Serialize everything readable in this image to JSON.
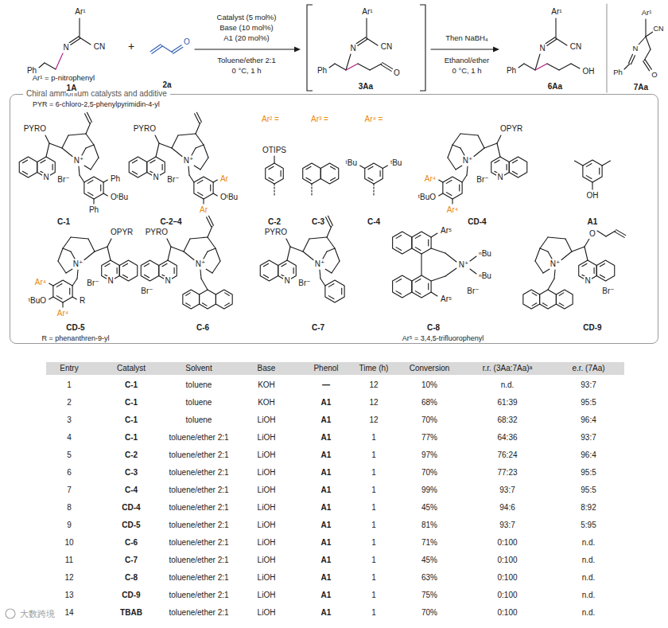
{
  "diagram": {
    "nodes": [
      {
        "text": [
          "Chiral ammonium catalysts and additive"
        ]
      },
      {
        "text": [
          "Entry",
          "Catalyst",
          "Solvent",
          "Base",
          "Phenol",
          "Time (h)",
          "Conversion",
          "r.r. (3Aa:7Aa)ᵃ",
          "e.r. (7Aa)"
        ]
      }
    ],
    "labels": [
      "Ph",
      "N",
      "Ar¹",
      "CN",
      "Ar¹ = p-nitrophenyl",
      "1A",
      "+",
      "O",
      "2a",
      "Catalyst (5 mol%)",
      "Base (10 mol%)",
      "A1 (20 mol%)",
      "Toluene/ether 2:1",
      "0 °C, 1 h",
      "Ph",
      "N",
      "Ar¹",
      "CN",
      "O",
      "3Aa",
      "Then NaBH₄",
      "Ethanol/ether",
      "0 °C, 1 h",
      "Ph",
      "N",
      "Ar¹",
      "CN",
      "OH",
      "6Aa",
      "Ph",
      "N",
      "Ar¹",
      "CN",
      "O",
      "7Aa",
      "PYR = 6-chloro-2,5-phenylpyrimidin-4-yl",
      "PYRO",
      "N",
      "N⁺",
      "Br⁻",
      "Ph",
      "OᵗBu",
      "Ph",
      "C-1",
      "PYRO",
      "N",
      "N⁺",
      "Br⁻",
      "Ar",
      "OᵗBu",
      "Ar",
      "C-2–4",
      "Ar² =",
      "OTIPS",
      "C-2",
      "Ar³ =",
      "C-3",
      "Ar⁴ =",
      "ᵗBu",
      "ᵗBu",
      "C-4",
      "OPYR",
      "N",
      "N⁺",
      "Br⁻",
      "Ar⁴",
      "ᵗBuO",
      "Ar⁴",
      "CD-4",
      "OH",
      "A1",
      "OPYR",
      "N",
      "N⁺",
      "Br⁻",
      "Ar⁴",
      "ᵗBuO",
      "R",
      "Ar⁴",
      "CD-5",
      "R = phenanthren-9-yl",
      "PYRO",
      "N",
      "N⁺",
      "Br⁻",
      "C-6",
      "PYRO",
      "N",
      "N⁺",
      "Br⁻",
      "C-7",
      "Ar⁵",
      "N⁺",
      "ⁿBu",
      "ⁿBu",
      "Br⁻",
      "Ar⁵",
      "C-8",
      "Ar⁵ = 3,4,5-trifluorophenyl",
      "O",
      "N",
      "N⁺",
      "Br⁻",
      "CD-9",
      "1",
      "C-1",
      "toluene",
      "KOH",
      "—",
      "12",
      "10%",
      "n.d.",
      "93:7",
      "2",
      "C-1",
      "toluene",
      "KOH",
      "A1",
      "12",
      "68%",
      "61:39",
      "95:5",
      "3",
      "C-1",
      "toluene",
      "LiOH",
      "A1",
      "12",
      "70%",
      "68:32",
      "96:4",
      "4",
      "C-1",
      "toluene/ether 2:1",
      "LiOH",
      "A1",
      "1",
      "77%",
      "64:36",
      "93:7",
      "5",
      "C-2",
      "toluene/ether 2:1",
      "LiOH",
      "A1",
      "1",
      "97%",
      "76:24",
      "96:4",
      "6",
      "C-3",
      "toluene/ether 2:1",
      "LiOH",
      "A1",
      "1",
      "70%",
      "77:23",
      "95:5",
      "7",
      "C-4",
      "toluene/ether 2:1",
      "LiOH",
      "A1",
      "1",
      "99%",
      "93:7",
      "95:5",
      "8",
      "CD-4",
      "toluene/ether 2:1",
      "LiOH",
      "A1",
      "1",
      "45%",
      "94:6",
      "8:92",
      "9",
      "CD-5",
      "toluene/ether 2:1",
      "LiOH",
      "A1",
      "1",
      "81%",
      "93:7",
      "5:95",
      "10",
      "C-6",
      "toluene/ether 2:1",
      "LiOH",
      "A1",
      "1",
      "71%",
      "0:100",
      "n.d.",
      "11",
      "C-7",
      "toluene/ether 2:1",
      "LiOH",
      "A1",
      "1",
      "45%",
      "0:100",
      "n.d.",
      "12",
      "C-8",
      "toluene/ether 2:1",
      "LiOH",
      "A1",
      "1",
      "63%",
      "0:100",
      "n.d.",
      "13",
      "CD-9",
      "toluene/ether 2:1",
      "LiOH",
      "A1",
      "1",
      "75%",
      "0:100",
      "n.d.",
      "14",
      "TBAB",
      "toluene/ether 2:1",
      "LiOH",
      "A1",
      "1",
      "70%",
      "0:100",
      "n.d.",
      "大数跨境"
    ]
  }
}
